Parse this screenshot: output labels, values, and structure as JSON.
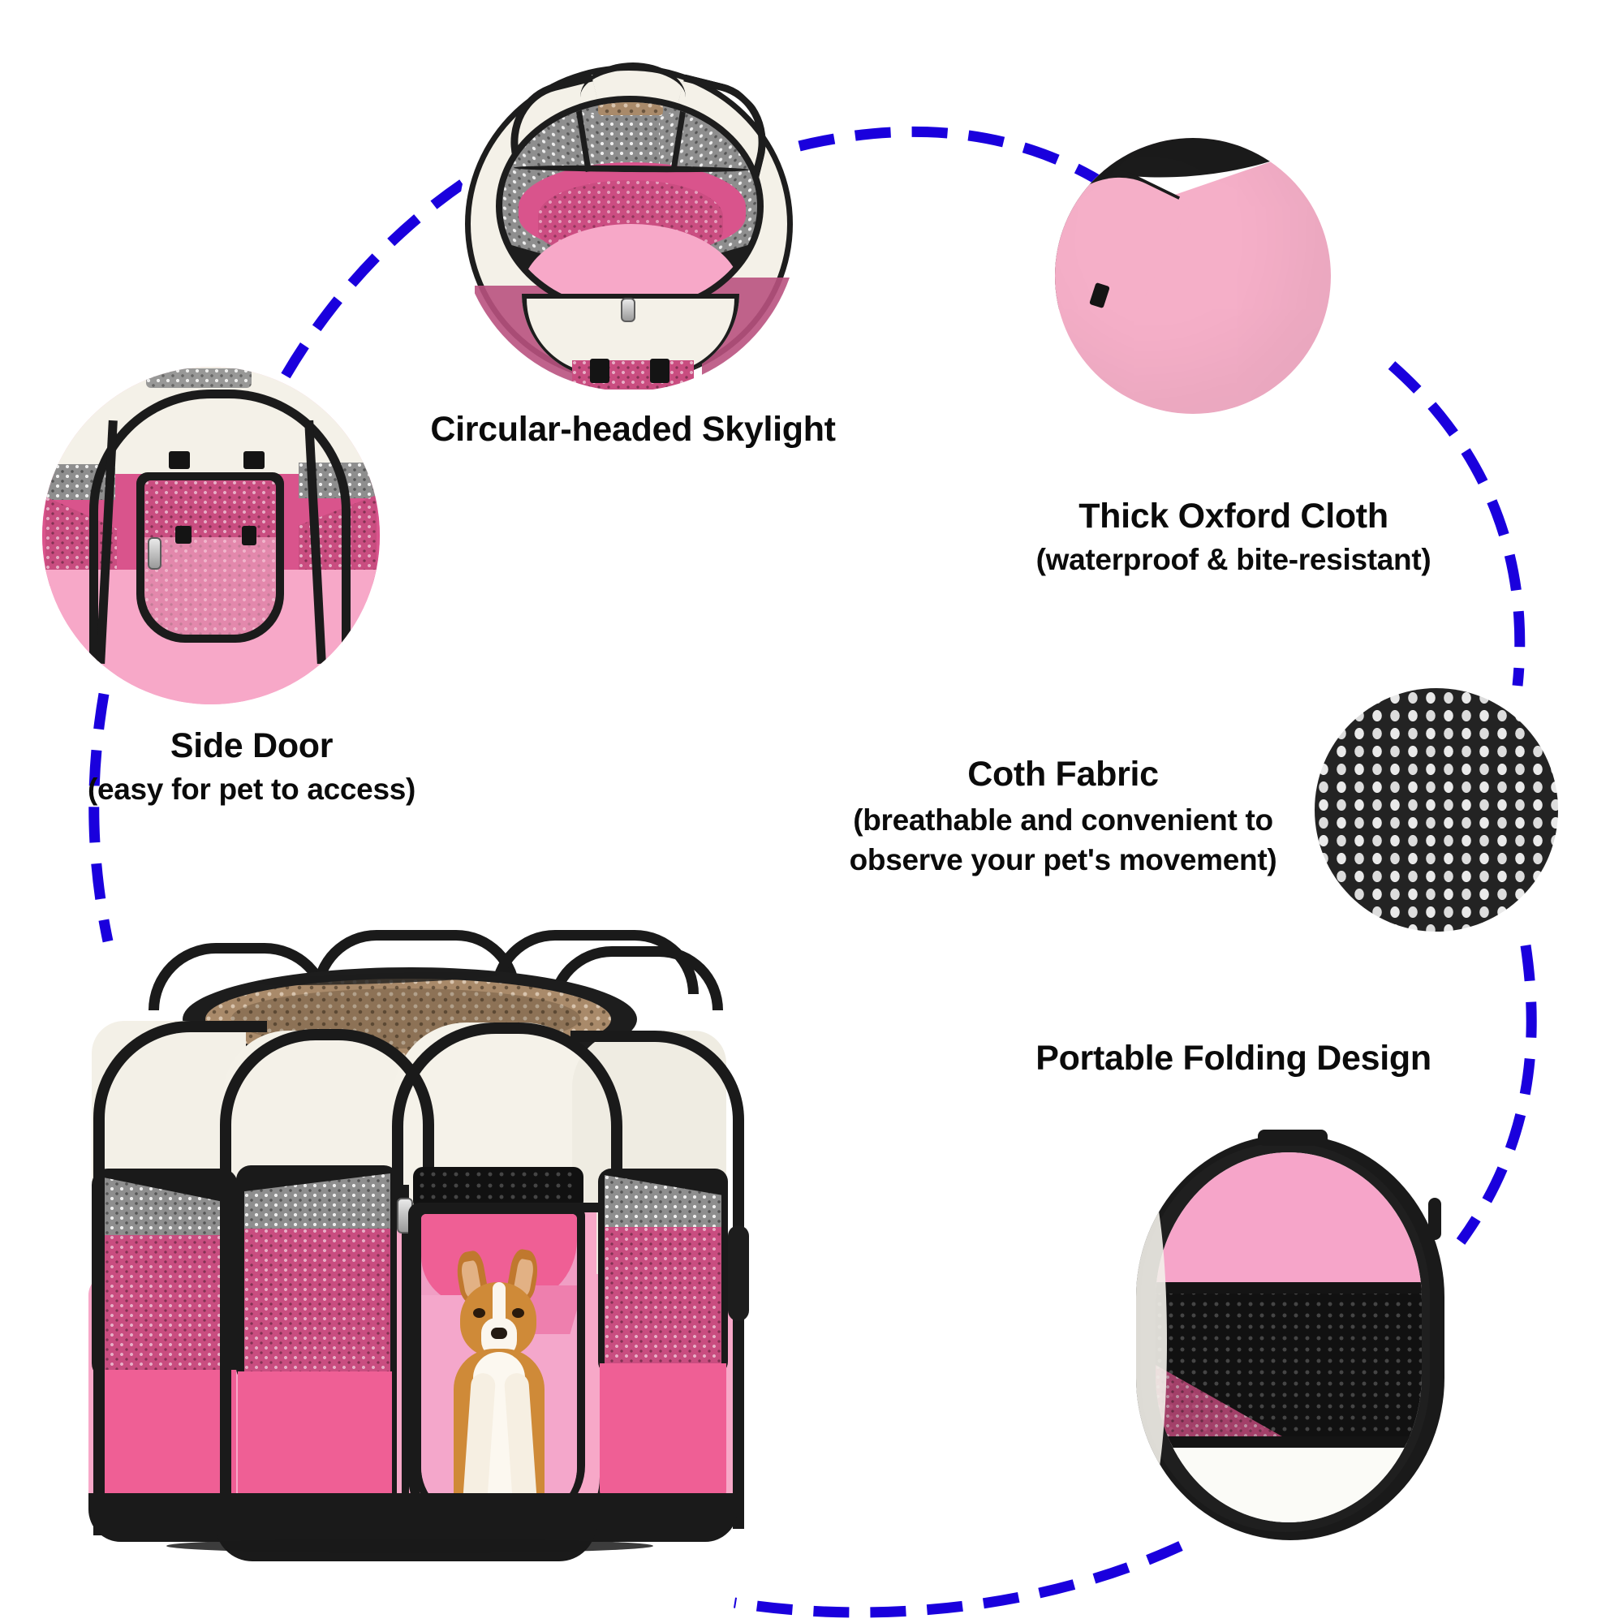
{
  "page": {
    "background": "#ffffff",
    "accent_blue": "#1a00dd",
    "product": "pet playpen"
  },
  "features": [
    {
      "id": "skylight",
      "title": "Circular-headed Skylight",
      "subtitle": "",
      "photo": "top-down interior view of pink and cream octagonal playpen with mesh skylight"
    },
    {
      "id": "oxford",
      "title": "Thick Oxford Cloth",
      "subtitle": "(waterproof & bite-resistant)",
      "photo": "close-up of smooth pink oxford cloth panel with black trim",
      "swatch_color": "#f5afc8"
    },
    {
      "id": "side-door",
      "title": "Side Door",
      "subtitle": "(easy for pet to access)",
      "photo": "close-up of zippered mesh side door with velcro tabs"
    },
    {
      "id": "cloth-fabric",
      "title": "Coth Fabric",
      "subtitle": "(breathable and convenient to observe your pet's movement)",
      "photo": "macro close-up of black breathable honeycomb mesh fabric",
      "swatch_color": "#232323"
    },
    {
      "id": "folding",
      "title": "Portable Folding Design",
      "subtitle": "",
      "photo": "playpen collapsed flat into a pink, black mesh and white oval disc"
    }
  ],
  "hero": {
    "name": "main-product-photo",
    "description": "octagonal pop-up pet playpen, pink and cream panels with black trim, corgi dog sitting in the open front door"
  },
  "icons": {
    "connector": "dashed-arc-icon"
  }
}
